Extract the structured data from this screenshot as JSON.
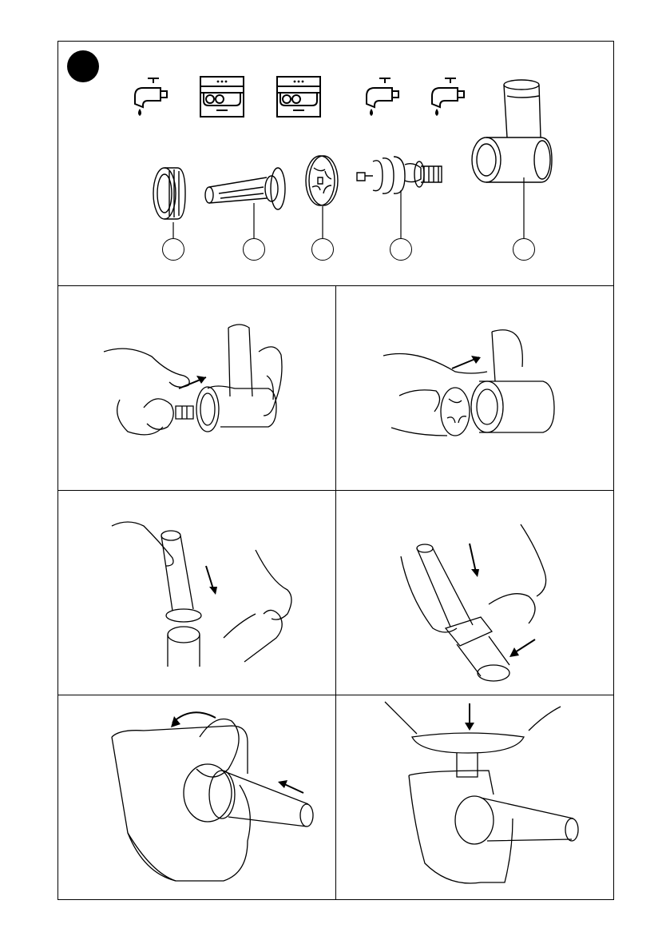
{
  "section": {
    "step_marker": "",
    "cleaning_icons": [
      "faucet-icon",
      "dishwasher-icon",
      "dishwasher-icon",
      "faucet-icon",
      "faucet-icon"
    ],
    "parts": [
      {
        "name": "ring-nut",
        "callout": ""
      },
      {
        "name": "sausage-nozzle",
        "callout": ""
      },
      {
        "name": "cutting-blade",
        "callout": ""
      },
      {
        "name": "feed-screw",
        "callout": ""
      },
      {
        "name": "grinder-head",
        "callout": ""
      }
    ]
  },
  "panels": [
    "insert-feed-screw",
    "attach-blade",
    "place-nozzle",
    "screw-ring-nut",
    "mount-on-motor",
    "place-tray"
  ]
}
